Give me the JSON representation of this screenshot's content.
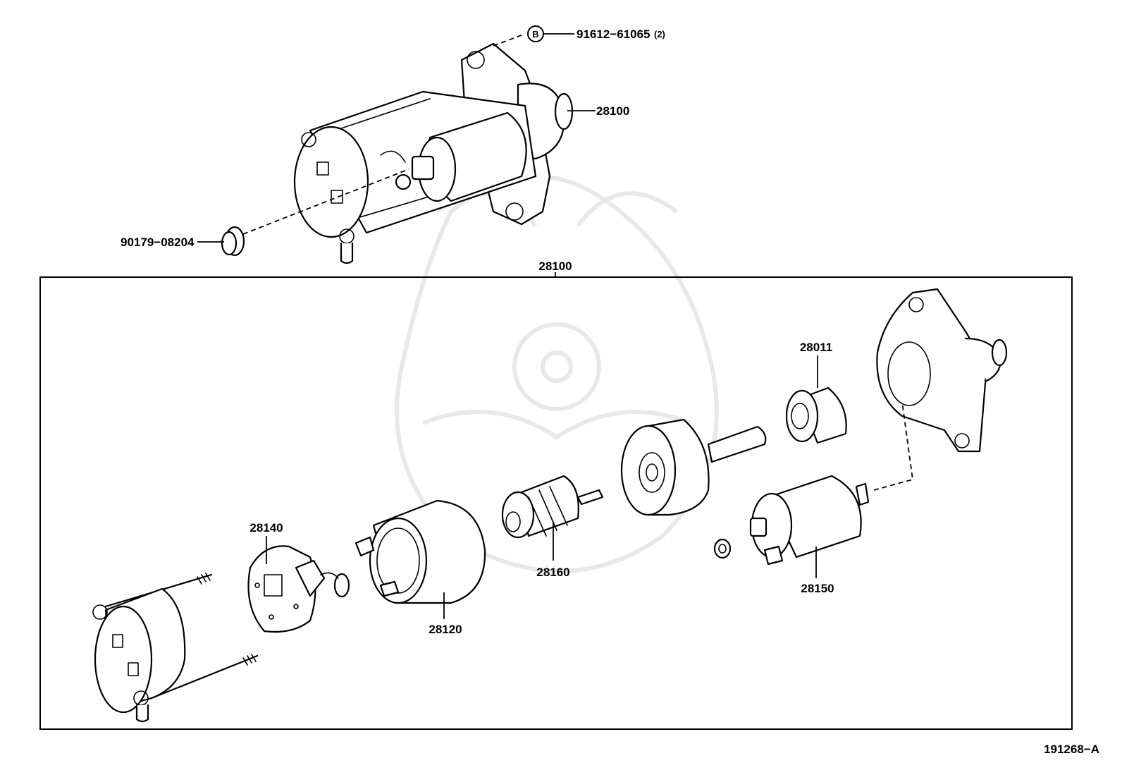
{
  "labels": {
    "bolt": "91612−61065",
    "bolt_qty": "(2)",
    "bolt_marker": "B",
    "starter_assembly": "28100",
    "bracket_nut": "90179−08204",
    "group_box": "28100",
    "drive_clutch": "28011",
    "brush_holder": "28140",
    "armature": "28160",
    "solenoid": "28150",
    "yoke": "28120",
    "diagram_id": "191268−A"
  }
}
